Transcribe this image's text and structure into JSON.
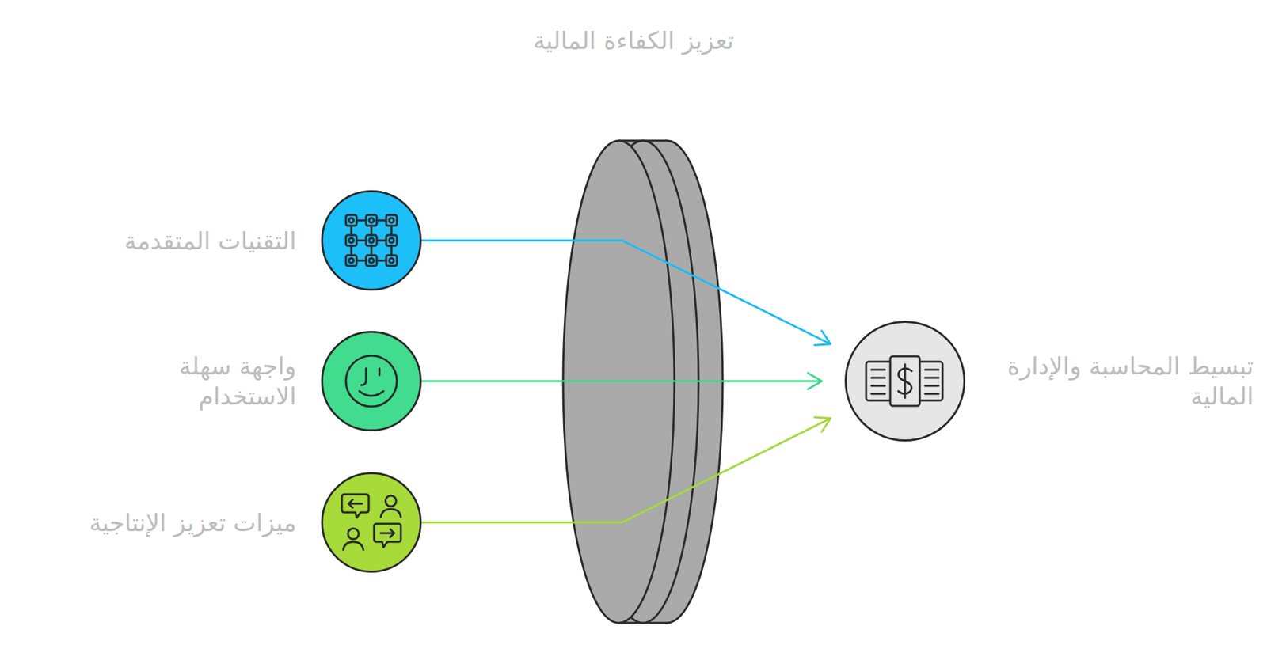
{
  "diagram": {
    "title": "تعزيز الكفاءة المالية",
    "nodes": [
      {
        "text": [
          "التقنيات المتقدمة"
        ]
      },
      {
        "text": [
          "واجهة سهلة الاستخدام"
        ]
      },
      {
        "text": [
          "ميزات تعزيز الإنتاجية"
        ]
      },
      {
        "text": [
          "تبسيط المحاسبة والإدارة المالية"
        ]
      }
    ],
    "edges": [
      {
        "from": 0,
        "to": 3,
        "arrow": "to"
      },
      {
        "from": 1,
        "to": 3,
        "arrow": "to"
      },
      {
        "from": 2,
        "to": 3,
        "arrow": "to"
      }
    ]
  }
}
